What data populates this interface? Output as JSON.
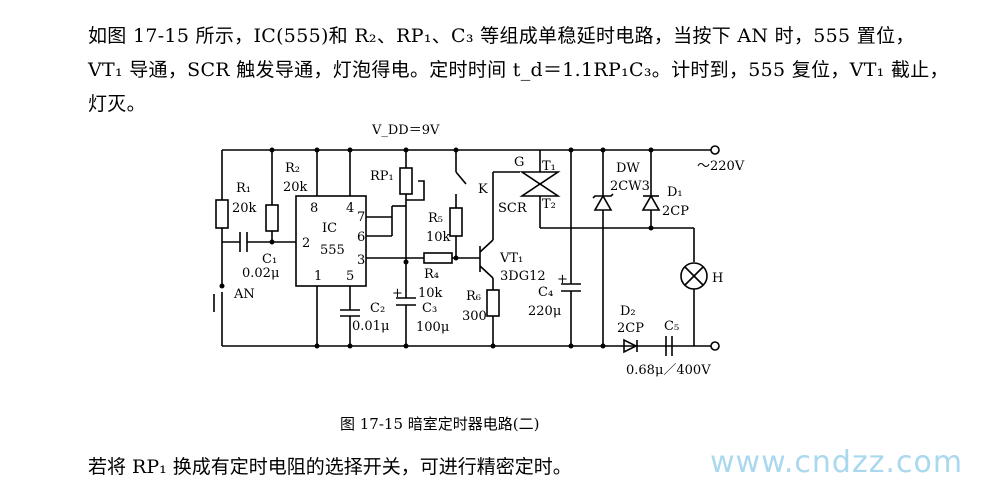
{
  "description": {
    "line1": "如图 17-15 所示，IC(555)和 R₂、RP₁、C₃ 等组成单稳延时电路，当按下 AN 时，555 置位，",
    "line2": "VT₁ 导通，SCR 触发导通，灯泡得电。定时时间 t_d＝1.1RP₁C₃。计时到，555 复位，VT₁ 截止，",
    "line3": "灯灭。"
  },
  "caption": "图 17-15    暗室定时器电路(二)",
  "footer_text": "若将 RP₁ 换成有定时电阻的选择开关，可进行精密定时。",
  "watermark": "www.cndzz.com",
  "circuit": {
    "supply": "V_DD＝9V",
    "ac": "～220V",
    "components": {
      "R1": {
        "name": "R₁",
        "value": "20k"
      },
      "R2": {
        "name": "R₂",
        "value": "20k"
      },
      "C1": {
        "name": "C₁",
        "value": "0.02μ"
      },
      "AN": {
        "name": "AN"
      },
      "IC": {
        "name": "IC",
        "type": "555"
      },
      "RP1": {
        "name": "RP₁"
      },
      "K": {
        "name": "K"
      },
      "R5": {
        "name": "R₅",
        "value": "10k"
      },
      "R4": {
        "name": "R₄",
        "value": "10k"
      },
      "C2": {
        "name": "C₂",
        "value": "0.01μ"
      },
      "C3": {
        "name": "C₃",
        "value": "100μ"
      },
      "R6": {
        "name": "R₆",
        "value": "300"
      },
      "VT1": {
        "name": "VT₁",
        "type": "3DG12"
      },
      "SCR": {
        "name": "SCR",
        "gate": "G",
        "t1": "T₁",
        "t2": "T₂"
      },
      "C4": {
        "name": "C₄",
        "value": "220μ"
      },
      "DW": {
        "name": "DW",
        "type": "2CW3"
      },
      "D1": {
        "name": "D₁",
        "type": "2CP"
      },
      "D2": {
        "name": "D₂",
        "type": "2CP"
      },
      "C5": {
        "name": "C₅",
        "value": "0.68μ／400V"
      },
      "H": {
        "name": "H"
      }
    },
    "pins": {
      "p8": "8",
      "p4": "4",
      "p7": "7",
      "p6": "6",
      "p2": "2",
      "p3": "3",
      "p1": "1",
      "p5": "5"
    }
  }
}
